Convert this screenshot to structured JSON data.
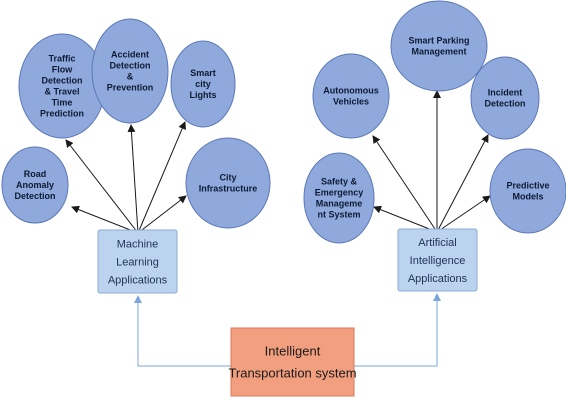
{
  "root": {
    "lines": [
      "Intelligent",
      "Transportation system"
    ]
  },
  "ml": {
    "hub_lines": [
      "Machine",
      "Learning",
      "Applications"
    ],
    "nodes": [
      {
        "id": "road-anomaly",
        "lines": [
          "Road",
          "Anomaly",
          "Detection"
        ]
      },
      {
        "id": "traffic-flow",
        "lines": [
          "Traffic",
          "Flow",
          "Detection",
          "& Travel",
          "Time",
          "Prediction"
        ]
      },
      {
        "id": "accident",
        "lines": [
          "Accident",
          "Detection",
          "&",
          "Prevention"
        ]
      },
      {
        "id": "smart-lights",
        "lines": [
          "Smart",
          "city",
          "Lights"
        ]
      },
      {
        "id": "city-infra",
        "lines": [
          "City",
          "Infrastructure"
        ]
      }
    ]
  },
  "ai": {
    "hub_lines": [
      "Artificial",
      "Intelligence",
      "Applications"
    ],
    "nodes": [
      {
        "id": "safety",
        "lines": [
          "Safety &",
          "Emergency",
          "Manageme",
          "nt System"
        ]
      },
      {
        "id": "autonomous",
        "lines": [
          "Autonomous",
          "Vehicles"
        ]
      },
      {
        "id": "parking",
        "lines": [
          "Smart Parking",
          "Management"
        ]
      },
      {
        "id": "incident",
        "lines": [
          "Incident",
          "Detection"
        ]
      },
      {
        "id": "predictive",
        "lines": [
          "Predictive",
          "Models"
        ]
      }
    ]
  }
}
